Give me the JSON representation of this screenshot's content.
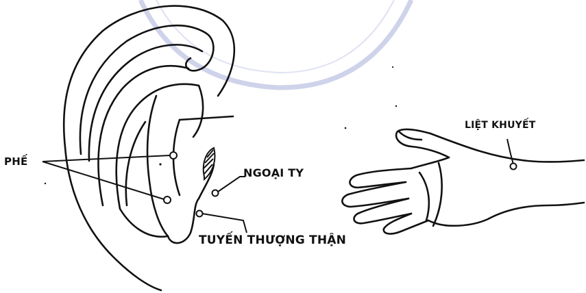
{
  "labels": {
    "phe": "PHẾ",
    "ngoai_ty": "NGOẠI TY",
    "tuyen_thuong_than": "TUYẾN THƯỢNG THẬN",
    "liet_khuyet": "LIỆT KHUYẾT"
  },
  "colors": {
    "ink": "#111111",
    "watermark": "#cfd3ea"
  },
  "icons": [
    "ear-drawing",
    "hand-drawing",
    "watermark-circle"
  ]
}
